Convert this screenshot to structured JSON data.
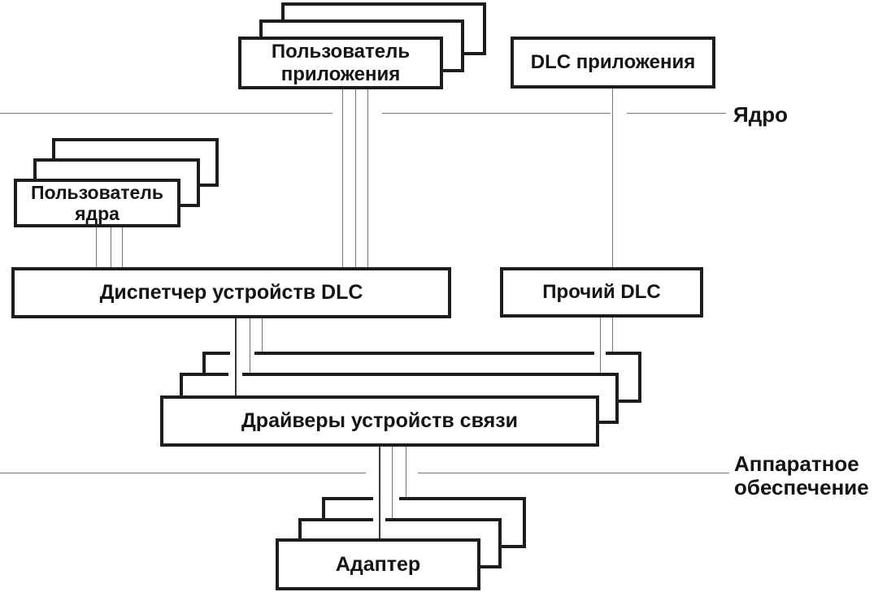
{
  "nodes": {
    "app_user": {
      "line1": "Пользователь",
      "line2": "приложения"
    },
    "dlc_apps": {
      "label": "DLC приложения"
    },
    "kernel_user": {
      "line1": "Пользователь",
      "line2": "ядра"
    },
    "dispatcher": {
      "label": "Диспетчер устройств DLC"
    },
    "other_dlc": {
      "label": "Прочий DLC"
    },
    "drivers": {
      "label": "Драйверы устройств связи"
    },
    "adapter": {
      "label": "Адаптер"
    }
  },
  "zones": {
    "kernel": {
      "label": "Ядро"
    },
    "hardware": {
      "line1": "Аппаратное",
      "line2": "обеспечение"
    }
  },
  "colors": {
    "background": "#ffffff",
    "border": "#1c1c1c",
    "line": "#777777",
    "line-strong": "#3a3a3a"
  }
}
